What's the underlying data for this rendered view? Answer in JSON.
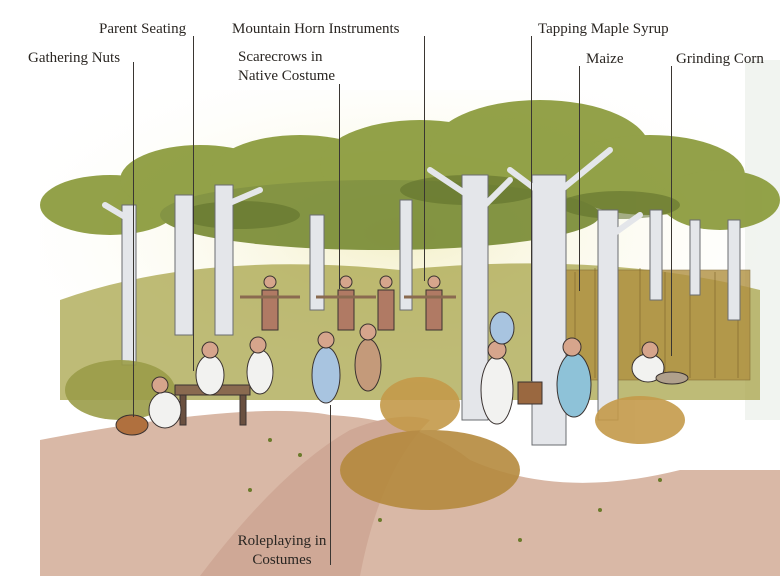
{
  "callouts": {
    "gathering_nuts": "Gathering Nuts",
    "parent_seating": "Parent Seating",
    "mountain_horn": "Mountain Horn Instruments",
    "scarecrows": "Scarecrows in Native Costume",
    "tapping_maple": "Tapping Maple Syrup",
    "maize": "Maize",
    "grinding_corn": "Grinding Corn",
    "roleplaying": "Roleplaying in Costumes"
  },
  "colors": {
    "canopy": "#8a9a3a",
    "canopy_dark": "#5d6e2a",
    "trunk": "#e4e6ea",
    "path": "#d9b8a6",
    "grass": "#a8a44a",
    "maize": "#b09040",
    "ink": "#2a2622"
  }
}
